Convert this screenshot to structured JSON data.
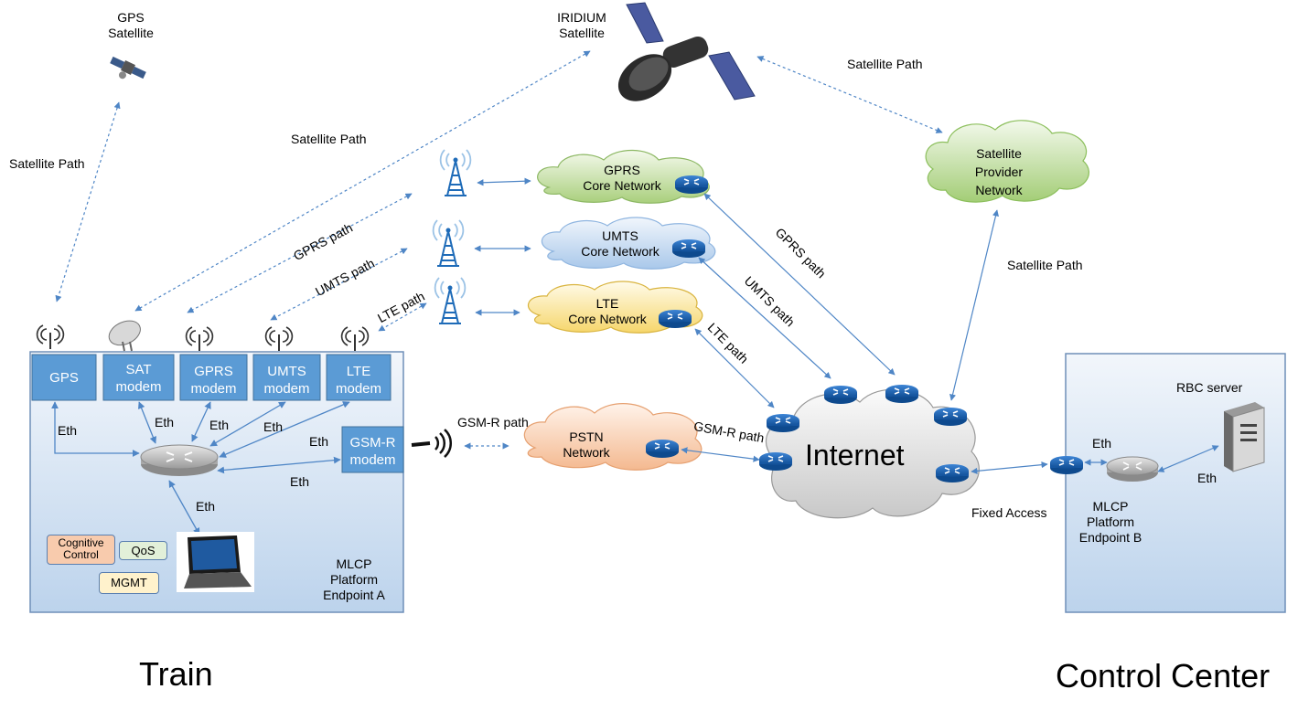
{
  "satellites": {
    "gps": "GPS\nSatellite",
    "iridium": "IRIDIUM\nSatellite"
  },
  "clouds": {
    "gprs": "GPRS\nCore Network",
    "umts": "UMTS\nCore Network",
    "lte": "LTE\nCore Network",
    "pstn": "PSTN\nNetwork",
    "satellite_provider": "Satellite\nProvider\nNetwork",
    "internet": "Internet"
  },
  "train": {
    "caption": "Train",
    "modules": {
      "gps": "GPS",
      "sat": "SAT\nmodem",
      "gprs": "GPRS\nmodem",
      "umts": "UMTS\nmodem",
      "lte": "LTE\nmodem",
      "gsmr": "GSM-R\nmodem"
    },
    "software": {
      "cognitive": "Cognitive\nControl",
      "qos": "QoS",
      "mgmt": "MGMT"
    },
    "endpoint": "MLCP\nPlatform\nEndpoint A"
  },
  "control_center": {
    "caption": "Control Center",
    "rbc": "RBC server",
    "endpoint": "MLCP\nPlatform\nEndpoint B"
  },
  "paths": {
    "sat_gps": "Satellite Path",
    "sat_train": "Satellite Path",
    "sat_provider_top": "Satellite Path",
    "sat_provider_down": "Satellite Path",
    "gprs_radio": "GPRS path",
    "umts_radio": "UMTS path",
    "lte_radio": "LTE path",
    "gprs_core": "GPRS path",
    "umts_core": "UMTS path",
    "lte_core": "LTE path",
    "gsmr_radio": "GSM-R path",
    "gsmr_core": "GSM-R path",
    "fixed": "Fixed Access"
  },
  "eth": {
    "gps": "Eth",
    "sat": "Eth",
    "gprs": "Eth",
    "umts": "Eth",
    "lte": "Eth",
    "gsmr": "Eth",
    "laptop": "Eth",
    "cc_router": "Eth",
    "cc_server": "Eth"
  },
  "colors": {
    "module_fill": "#5b9bd5",
    "module_border": "#41719c",
    "arrow": "#4f86c6",
    "router": "#1f5fa8"
  }
}
